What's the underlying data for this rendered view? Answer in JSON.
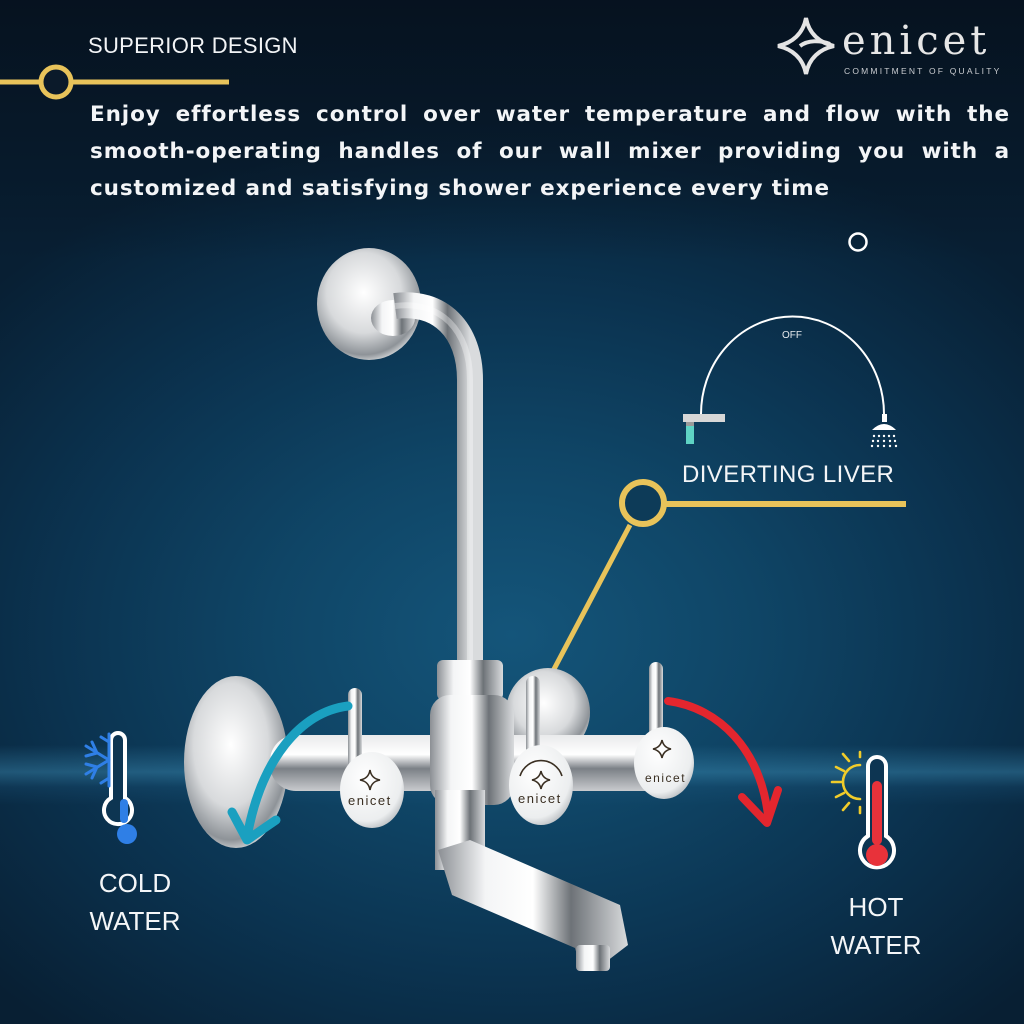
{
  "header": {
    "title": "SUPERIOR DESIGN",
    "description": "Enjoy effortless control over water temperature and flow with the smooth-operating handles of our wall mixer providing you with a customized and satisfying shower experience every time"
  },
  "brand": {
    "name": "enicet",
    "tagline": "COMMITMENT OF QUALITY",
    "handle_logo_text": "enicet"
  },
  "diverter": {
    "arc_label": "OFF",
    "label": "DIVERTING LIVER",
    "left_icon": "spout-icon",
    "right_icon": "shower-head-icon"
  },
  "cold": {
    "line1": "COLD",
    "line2": "WATER",
    "icon": "snowflake-icon",
    "color": "#2f7fe6"
  },
  "hot": {
    "line1": "HOT",
    "line2": "WATER",
    "icon": "sun-icon",
    "color": "#e8323a"
  },
  "colors": {
    "accent_gold": "#e8c35a",
    "cold_arrow": "#1aa0c0",
    "hot_arrow": "#e3262e",
    "background": "#0f4566"
  }
}
